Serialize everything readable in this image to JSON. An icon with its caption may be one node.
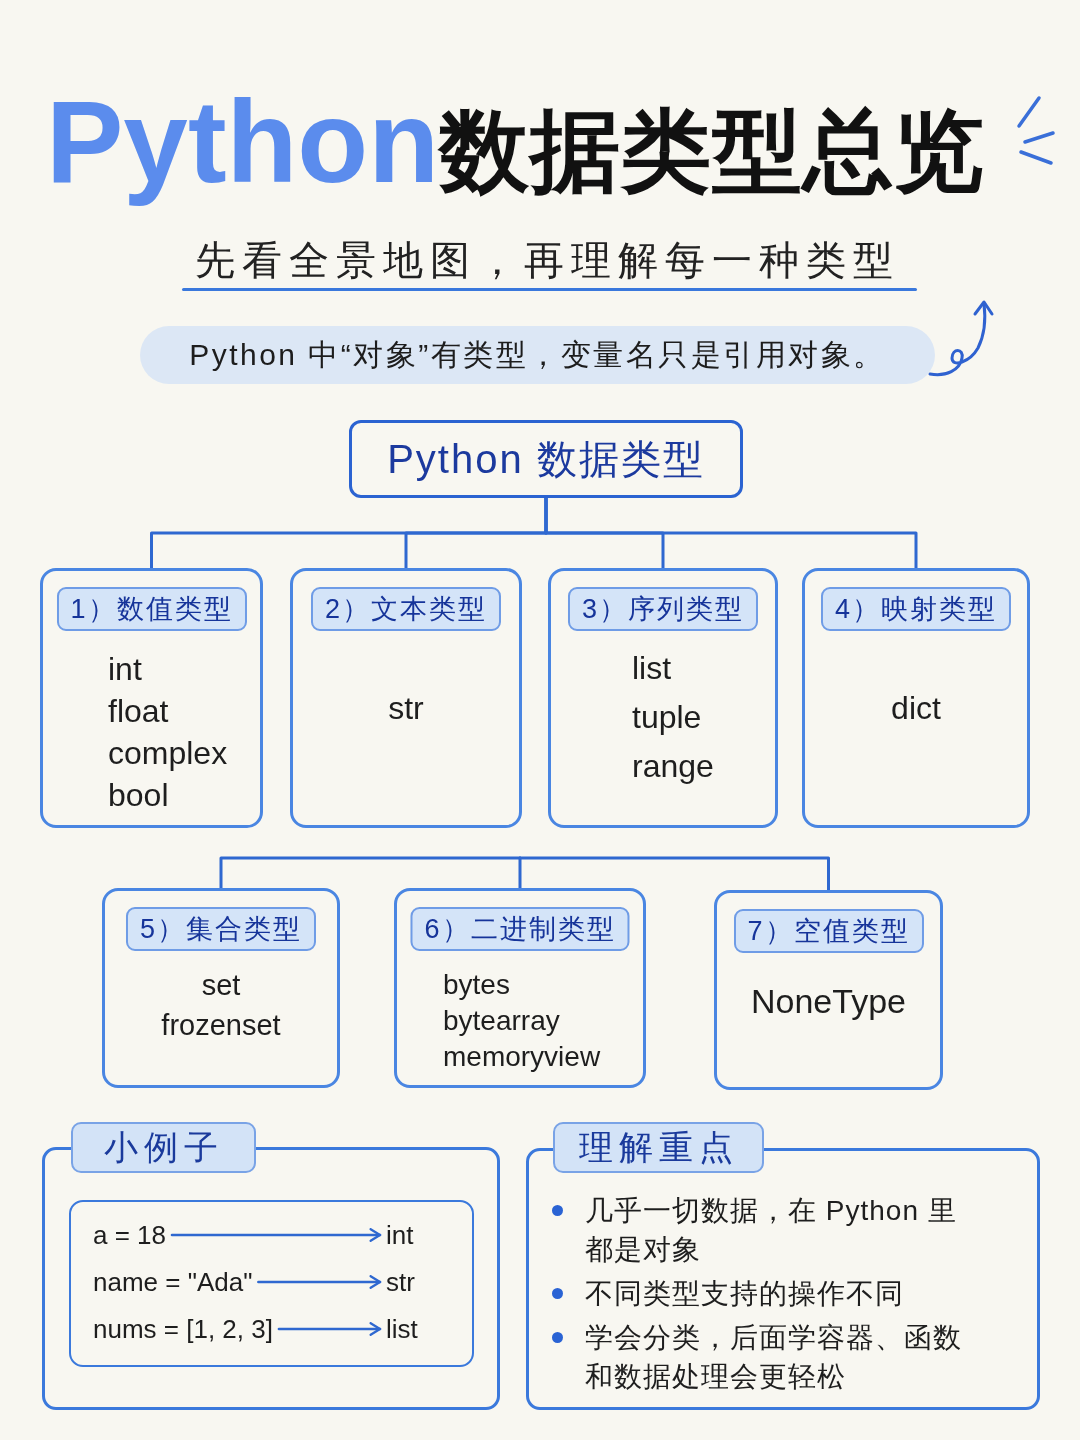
{
  "diagram": {
    "title": "Python数据类型总览",
    "nodes": [
      {
        "text": [
          "Python 中“对象”有类型，变量名只是引用对象。"
        ]
      },
      {
        "text": [
          "Python 数据类型"
        ]
      },
      {
        "text": [
          "1）数值类型",
          "int",
          "float",
          "complex",
          "bool"
        ]
      },
      {
        "text": [
          "2）文本类型",
          "str"
        ]
      },
      {
        "text": [
          "3）序列类型",
          "list",
          "tuple",
          "range"
        ]
      },
      {
        "text": [
          "4）映射类型",
          "dict"
        ]
      },
      {
        "text": [
          "5）集合类型",
          "set",
          "frozenset"
        ]
      },
      {
        "text": [
          "6）二进制类型",
          "bytes",
          "bytearray",
          "memoryview"
        ]
      },
      {
        "text": [
          "7）空值类型",
          "NoneType"
        ]
      },
      {
        "text": [
          "小例子"
        ]
      },
      {
        "text": [],
        "shape": "box",
        "in": 9
      },
      {
        "text": [
          "a = 18"
        ],
        "in": 10
      },
      {
        "text": [
          "int"
        ],
        "in": 10
      },
      {
        "text": [
          "name = \"Ada\""
        ],
        "in": 10
      },
      {
        "text": [
          "str"
        ],
        "in": 10
      },
      {
        "text": [
          "nums = [1, 2, 3]"
        ],
        "in": 10
      },
      {
        "text": [
          "list"
        ],
        "in": 10
      },
      {
        "text": [
          "理解重点",
          "几乎一切数据，在 Python 里都是对象",
          "不同类型支持的操作不同",
          "学会分类，后面学容器、函数和数据处理会更轻松"
        ]
      }
    ],
    "edges": [
      {
        "from": 1,
        "to": 2,
        "arrow": "none"
      },
      {
        "from": 1,
        "to": 3,
        "arrow": "none"
      },
      {
        "from": 1,
        "to": 4,
        "arrow": "none"
      },
      {
        "from": 1,
        "to": 5,
        "arrow": "none"
      },
      {
        "from": null,
        "to": 6,
        "arrow": "none"
      },
      {
        "from": null,
        "to": 7,
        "arrow": "none"
      },
      {
        "from": null,
        "to": 8,
        "arrow": "none"
      },
      {
        "from": 11,
        "to": 12,
        "arrow": "to"
      },
      {
        "from": 13,
        "to": 14,
        "arrow": "to"
      },
      {
        "from": 15,
        "to": 16,
        "arrow": "to"
      }
    ],
    "labels": [
      "先看全景地图，再理解每一种类型"
    ]
  }
}
